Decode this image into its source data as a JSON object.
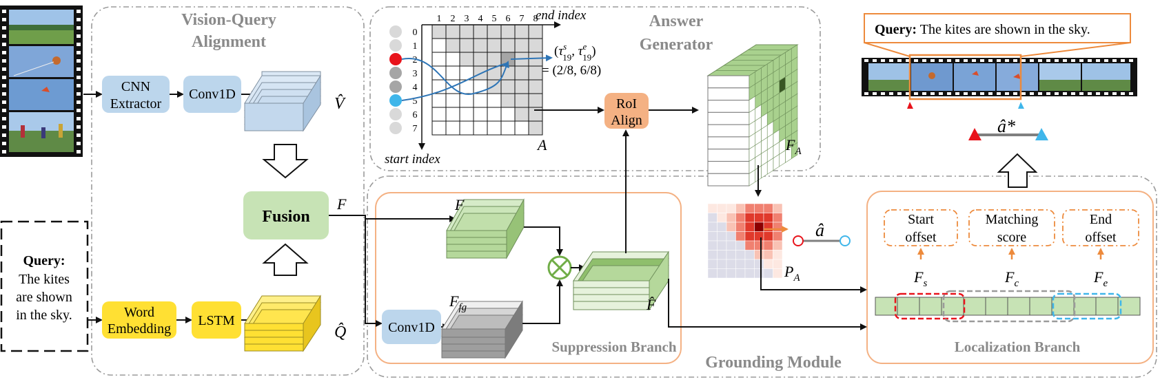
{
  "sections": {
    "vqa_title_line1": "Vision-Query",
    "vqa_title_line2": "Alignment",
    "answer_gen_line1": "Answer",
    "answer_gen_line2": "Generator",
    "grounding_module": "Grounding Module",
    "suppression_branch": "Suppression Branch",
    "localization_branch": "Localization Branch"
  },
  "blocks": {
    "cnn_line1": "CNN",
    "cnn_line2": "Extractor",
    "conv1d_top": "Conv1D",
    "fusion": "Fusion",
    "word_line1": "Word",
    "word_line2": "Embedding",
    "lstm": "LSTM",
    "conv1d_bottom": "Conv1D",
    "roi_line1": "RoI",
    "roi_line2": "Align",
    "start_offset_line1": "Start",
    "start_offset_line2": "offset",
    "matching_line1": "Matching",
    "matching_line2": "score",
    "end_offset_line1": "End",
    "end_offset_line2": "offset"
  },
  "query": {
    "label": "Query:",
    "left_line1": "The kites",
    "left_line2": "are shown",
    "left_line3": "in the sky.",
    "top_text": "The kites are shown in the sky."
  },
  "symbols": {
    "V_hat": "V̂",
    "Q_hat": "Q̂",
    "F": "F",
    "F_top": "F",
    "F_fg": "F",
    "F_fg_sub": "fg",
    "F_hat": "F̂",
    "F_A": "F",
    "F_A_sub": "A",
    "P_A": "P",
    "P_A_sub": "A",
    "A": "A",
    "a_hat": "â",
    "a_hat_star": "â*",
    "F_s": "F",
    "F_s_sub": "s",
    "F_c": "F",
    "F_c_sub": "c",
    "F_e": "F",
    "F_e_sub": "e",
    "otimes": "⊗"
  },
  "grid": {
    "end_index_label": "end index",
    "start_index_label": "start index",
    "col_labels": [
      "1",
      "2",
      "3",
      "4",
      "5",
      "6",
      "7",
      "8"
    ],
    "row_labels": [
      "0",
      "1",
      "2",
      "3",
      "4",
      "5",
      "6",
      "7"
    ],
    "tau_label": "(τ",
    "tau_text": "(τ^s_19, τ^e_19)",
    "eq_text": "= (2/8, 6/8)"
  },
  "colors": {
    "blue_box": "#bcd6ec",
    "yellow_box": "#ffe033",
    "green_box": "#c7e3b5",
    "orange_box": "#f4b183",
    "orange_line": "#ed8a3c",
    "gray_line": "#9a9a9a",
    "red": "#e8131b",
    "cyan": "#3fb6ea"
  }
}
